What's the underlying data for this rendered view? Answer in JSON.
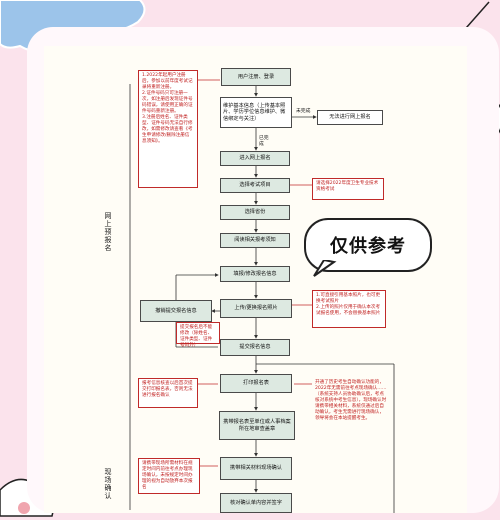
{
  "flow": {
    "register": "用户注册、登录",
    "maintain": "维护基本信息（上传基本照片、学历学位信息维护、微信绑定与关注）",
    "incomplete_label": "未完成",
    "cannot_apply": "无法进行网上报名",
    "done_label": "已完成",
    "enter": "进入网上报名",
    "select_project": "选择考试项目",
    "select_province": "选择省份",
    "read_notice": "阅读相关报考须知",
    "fill_info": "填报/修改报名信息",
    "upload_photo": "上传/更换报名照片",
    "withdraw": "撤销提交报名信息",
    "submit": "提交报名信息",
    "print_form": "打印报名表",
    "bring_form": "携带报名表至单位或人事档案所在地审查盖章",
    "bring_materials": "携带相关材料现场确认",
    "verify_sign": "核对确认单内容并签字"
  },
  "stage_labels": {
    "online": "网上预报名",
    "onsite": "现场确认"
  },
  "notes": {
    "note_2022": "1.2022年起用户注册后，参加以前年度考试记录将重新注册。\n2.证件号码只可注册一次，如注册后发现证件号码错误，请使用正确的证件号码重新注册。\n3.注册后姓名、证件类型、证件号码无法自行修改，如需修改请查看《考生申请修改/删除注册信息须知》。",
    "note_project": "请选择2022年度卫生专业技术资格考试",
    "note_photo": "1.可直接引用基本照片，也可更换考试照片\n2.上传的照片仅用于确认本次考试报名使用，不会替换基本照片",
    "note_submit": "提交报名后不能修改（除姓名、证件类型、证件号码外）",
    "note_print": "报考信息核查以后首次提交打印报名表，否则无法进行报名确认",
    "note_onsite": "请携带现场所需材料在规定时间内前往考点办理现场确认，未按规定时间办理的视为自动放弃本次报名",
    "note_right": "开通了历史考生自动确认功能的，2022年无需前往考点现场确认……（系统支持人员协助确认后，考点核对系统中考生信息），现场确认时请携带相关材料，系统仅通过后自动确认，考生无需进行现场确认，领导将会在本站提醒考生。"
  },
  "stamp": {
    "text": "仅供参考"
  }
}
